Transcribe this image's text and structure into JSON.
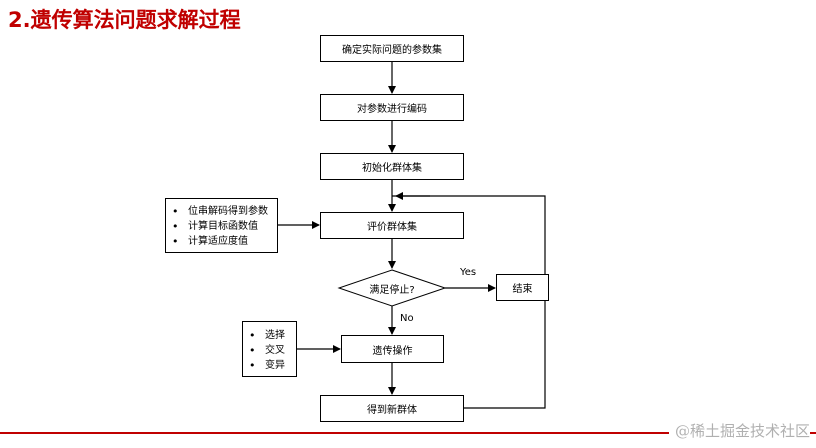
{
  "title": "2.遗传算法问题求解过程",
  "flow": {
    "step1": "确定实际问题的参数集",
    "step2": "对参数进行编码",
    "step3": "初始化群体集",
    "step4": "评价群体集",
    "decision": "满足停止?",
    "end": "结束",
    "step5": "遗传操作",
    "step6": "得到新群体",
    "yes_label": "Yes",
    "no_label": "No"
  },
  "evaluate_notes": [
    "位串解码得到参数",
    "计算目标函数值",
    "计算适应度值"
  ],
  "operation_notes": [
    "选择",
    "交叉",
    "变异"
  ],
  "watermark": "@稀土掘金技术社区",
  "colors": {
    "title": "#c00000",
    "footer_line": "#c00000"
  }
}
